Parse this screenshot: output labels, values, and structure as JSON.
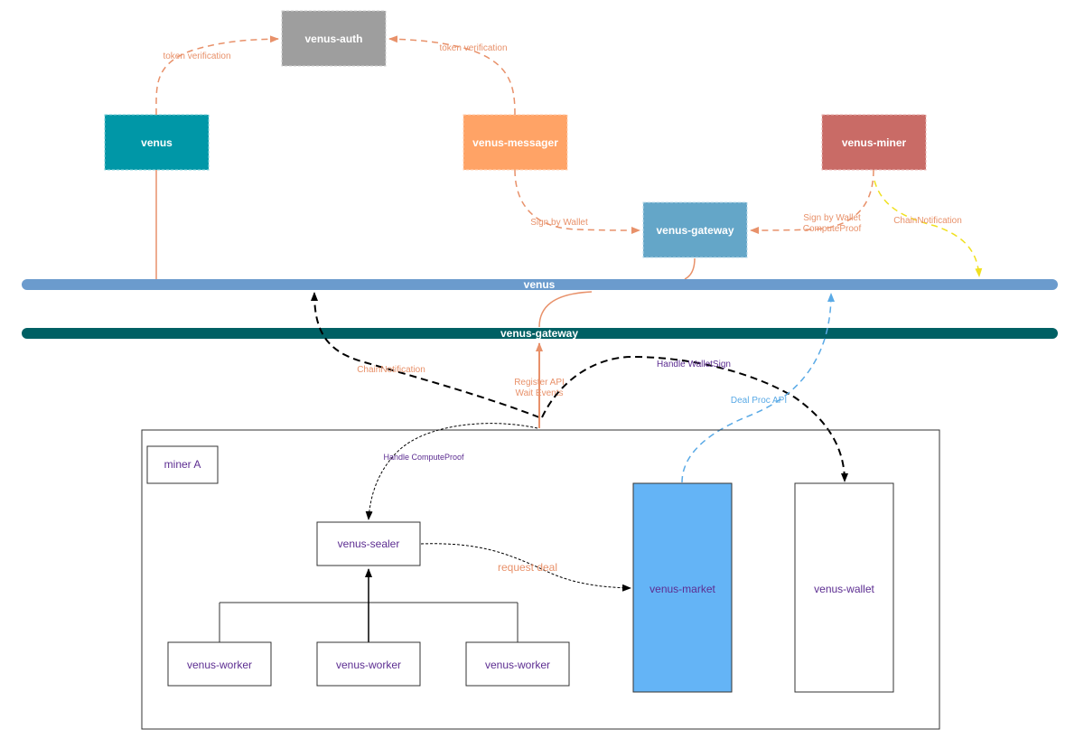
{
  "nodes": {
    "venus_auth": "venus-auth",
    "venus": "venus",
    "venus_messager": "venus-messager",
    "venus_miner": "venus-miner",
    "venus_gateway": "venus-gateway"
  },
  "buses": {
    "venus": "venus",
    "venus_gateway": "venus-gateway"
  },
  "miner_group": {
    "label": "miner A",
    "sealer": "venus-sealer",
    "workers": [
      "venus-worker",
      "venus-worker",
      "venus-worker"
    ],
    "market": "venus-market",
    "wallet": "venus-wallet"
  },
  "edges": {
    "token_verification_left": "token verification",
    "token_verification_right": "token verification",
    "sign_by_wallet_left": "Sign by Wallet",
    "sign_by_wallet_right_1": "Sign by Wallet",
    "sign_by_wallet_right_2": "ComputeProof",
    "chain_notification_miner": "ChainNotification",
    "chain_notification_group": "ChainNotification",
    "register_api": "Register API",
    "wait_events": "Wait Events",
    "handle_wallet_sign": "Handle WalletSign",
    "deal_proc_api": "Deal Proc API",
    "handle_compute_proof": "Handle ComputeProof",
    "request_deal": "request deal"
  },
  "colors": {
    "auth": "#9e9e9e",
    "venus": "#0097a7",
    "messager": "#ffa366",
    "miner": "#c96b66",
    "gateway": "#64a6c8",
    "bus_venus": "#6b9bcd",
    "bus_gateway": "#006064",
    "market": "#64b4f6",
    "orange_edge": "#e8916a",
    "blue_edge": "#5aaae6",
    "yellow_edge": "#f0e020",
    "purple_text": "#5c2d91"
  }
}
